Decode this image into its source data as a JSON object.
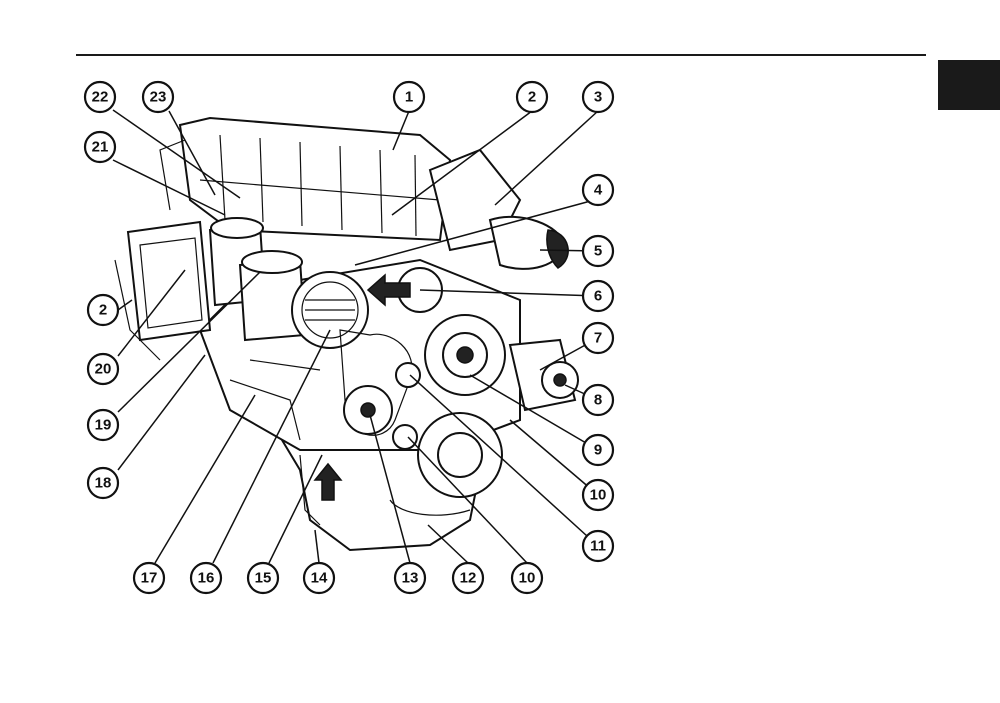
{
  "callouts": [
    {
      "label": "1"
    },
    {
      "label": "2"
    },
    {
      "label": "3"
    },
    {
      "label": "4"
    },
    {
      "label": "5"
    },
    {
      "label": "6"
    },
    {
      "label": "7"
    },
    {
      "label": "8"
    },
    {
      "label": "9"
    },
    {
      "label": "10"
    },
    {
      "label": "11"
    },
    {
      "label": "2"
    },
    {
      "label": "20"
    },
    {
      "label": "19"
    },
    {
      "label": "18"
    },
    {
      "label": "17"
    },
    {
      "label": "16"
    },
    {
      "label": "15"
    },
    {
      "label": "14"
    },
    {
      "label": "13"
    },
    {
      "label": "12"
    },
    {
      "label": "10"
    },
    {
      "label": "22"
    },
    {
      "label": "23"
    },
    {
      "label": "21"
    }
  ],
  "colors": {
    "ink": "#111111",
    "tab": "#1a1a1a",
    "paper": "#ffffff"
  }
}
